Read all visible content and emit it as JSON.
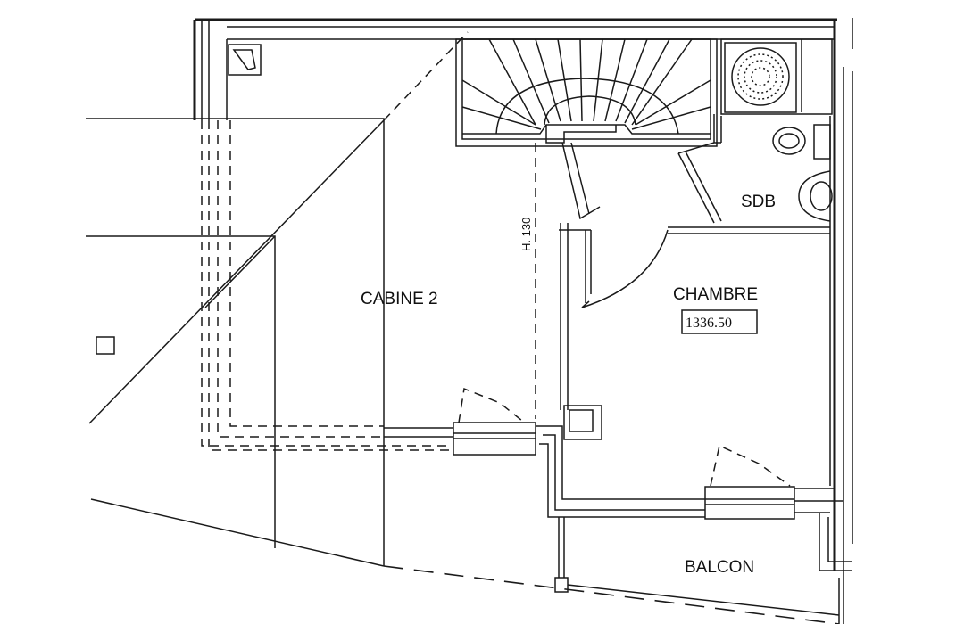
{
  "plan": {
    "rooms": {
      "cabine": "CABINE 2",
      "chambre": "CHAMBRE",
      "sdb": "SDB",
      "balcon": "BALCON"
    },
    "chambre_area": "1336.50",
    "ceiling_height": "H. 130"
  }
}
